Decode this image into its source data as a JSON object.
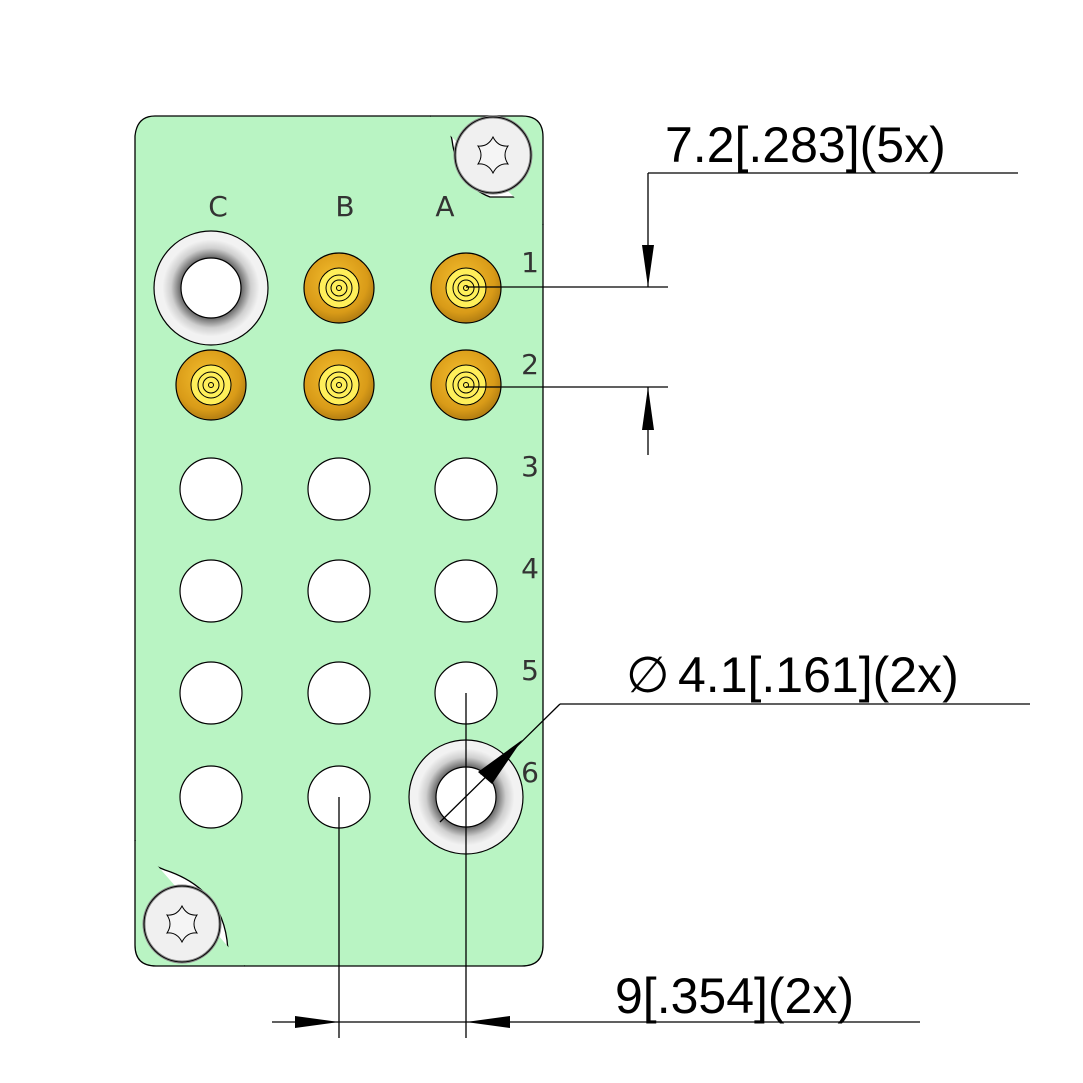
{
  "drawing": {
    "columns": [
      "C",
      "B",
      "A"
    ],
    "rows": [
      "1",
      "2",
      "3",
      "4",
      "5",
      "6"
    ],
    "dimensions": {
      "pitch_vertical": "7.2[.283](5x)",
      "hole_diameter": "4.1[.161](2x)",
      "diameter_symbol": "∅",
      "pitch_horizontal": "9[.354](2x)"
    }
  },
  "colors": {
    "plate": "#b9f4c3",
    "contact_outer": "#d9a020",
    "contact_inner": "#ffef5a",
    "grommet": "#f0f0f0"
  }
}
